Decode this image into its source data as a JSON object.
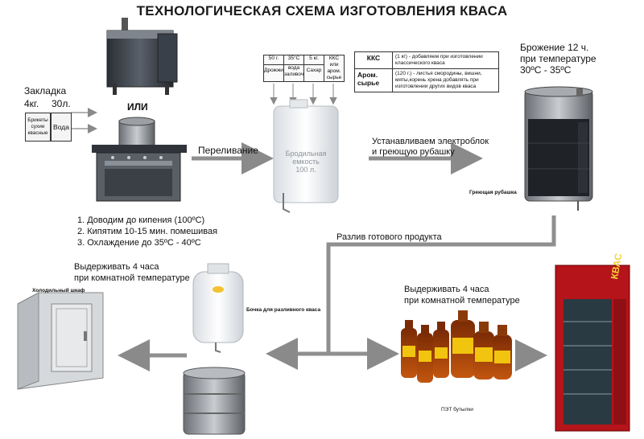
{
  "title": "ТЕХНОЛОГИЧЕСКАЯ СХЕМА ИЗГОТОВЛЕНИЯ КВАСА",
  "loading": {
    "label": "Закладка",
    "amount_kg": "4кг.",
    "amount_l": "30л.",
    "briquettes": "Брикеты сухие квасные",
    "water": "Вода"
  },
  "or_label": "ИЛИ",
  "pouring_label": "Переливание",
  "fermenter": {
    "line1": "Бродильная",
    "line2": "емкость",
    "line3": "100 л."
  },
  "ingredients": {
    "yeast_qty": "50 г.",
    "yeast": "Дрожжи",
    "water_temp": "35°С",
    "water": "вода заливочная",
    "sugar_qty": "5 кг.",
    "sugar": "Сахар",
    "kks": "ККС или аром. сырье"
  },
  "kks_table": {
    "row1_name": "ККС",
    "row1_text": "(1 кг) - добавляем при изготовлении классического кваса",
    "row2_name": "Аром. сырье",
    "row2_text": "(120 г.) - листья смородины, вишни, мяты,корень хрена добавлять при изготовлении других видов кваса"
  },
  "install_label_1": "Устанавливаем электроблок",
  "install_label_2": "и греющую рубашку",
  "fermentation": {
    "line1": "Брожение 12 ч.",
    "line2": "при температуре",
    "line3": "30ºС - 35ºС"
  },
  "heating_jacket": "Греющая рубашка",
  "steps": [
    "1. Доводим до кипения (100ºС)",
    "2. Кипятим 10-15 мин. помешивая",
    "3. Охлаждение до 35ºС - 40ºС"
  ],
  "bottling_label": "Разлив готового продукта",
  "hold_left_1": "Выдерживать 4 часа",
  "hold_left_2": "при комнатной температуре",
  "cold_room": "Холодильный шкаф",
  "barrel": "Бочка для разливного кваса",
  "hold_right_1": "Выдерживать 4 часа",
  "hold_right_2": "при комнатной температуре",
  "pet": "ПЭТ бутылки",
  "fridge_brand": "КВАС"
}
